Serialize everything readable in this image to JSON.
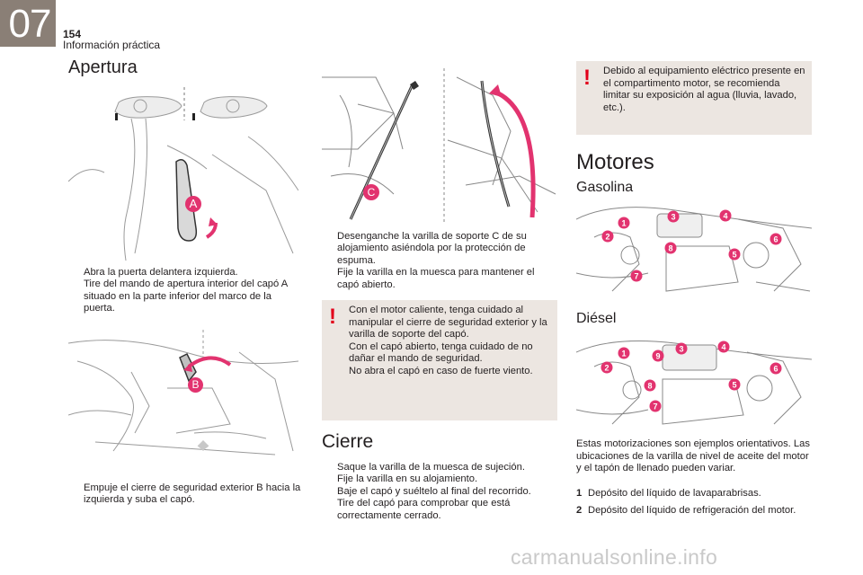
{
  "header": {
    "chapter": "07",
    "page_number": "154",
    "section": "Información práctica"
  },
  "apertura": {
    "title": "Apertura",
    "labels": {
      "a": "A",
      "b": "B"
    },
    "steps1": [
      {
        "mark": "",
        "text": "Abra la puerta delantera izquierda."
      },
      {
        "mark": "",
        "text": "Tire del mando de apertura interior del capó A situado en la parte inferior del marco de la puerta."
      }
    ],
    "steps2": [
      {
        "mark": "",
        "text": "Empuje el cierre de seguridad exterior B hacia la izquierda y suba el capó."
      }
    ]
  },
  "middle": {
    "label_c": "C",
    "steps": [
      {
        "mark": "",
        "text": "Desenganche la varilla de soporte C de su alojamiento asiéndola por la protección de espuma."
      },
      {
        "mark": "",
        "text": "Fije la varilla en la muesca para mantener el capó abierto."
      }
    ],
    "warning": {
      "icon": "!",
      "text": "Con el motor caliente, tenga cuidado al manipular el cierre de seguridad exterior y la varilla de soporte del capó.\nCon el capó abierto, tenga cuidado de no dañar el mando de seguridad.\nNo abra el capó en caso de fuerte viento."
    }
  },
  "cierre": {
    "title": "Cierre",
    "steps": [
      {
        "mark": "",
        "text": "Saque la varilla de la muesca de sujeción."
      },
      {
        "mark": "",
        "text": "Fije la varilla en su alojamiento."
      },
      {
        "mark": "",
        "text": "Baje el capó y suéltelo al final del recorrido."
      },
      {
        "mark": "",
        "text": "Tire del capó para comprobar que está correctamente cerrado."
      }
    ]
  },
  "right": {
    "warning": {
      "icon": "!",
      "text": "Debido al equipamiento eléctrico presente en el compartimento motor, se recomienda limitar su exposición al agua (lluvia, lavado, etc.)."
    },
    "motores_title": "Motores",
    "gasolina_title": "Gasolina",
    "diesel_title": "Diésel",
    "gas_markers": [
      "1",
      "2",
      "3",
      "4",
      "5",
      "6",
      "7",
      "8"
    ],
    "diesel_markers": [
      "1",
      "2",
      "3",
      "4",
      "5",
      "6",
      "7",
      "8",
      "9"
    ],
    "note": "Estas motorizaciones son ejemplos orientativos. Las ubicaciones de la varilla de nivel de aceite del motor y el tapón de llenado pueden variar.",
    "legend": [
      {
        "num": "1",
        "text": "Depósito del líquido de lavaparabrisas."
      },
      {
        "num": "2",
        "text": "Depósito del líquido de refrigeración del motor."
      }
    ]
  },
  "watermark": "carmanualsonline.info",
  "colors": {
    "accent": "#e2336f",
    "chapter_tab": "#8a7f76",
    "warning_bg": "#ece6e1",
    "warning_icon": "#e2001a"
  }
}
